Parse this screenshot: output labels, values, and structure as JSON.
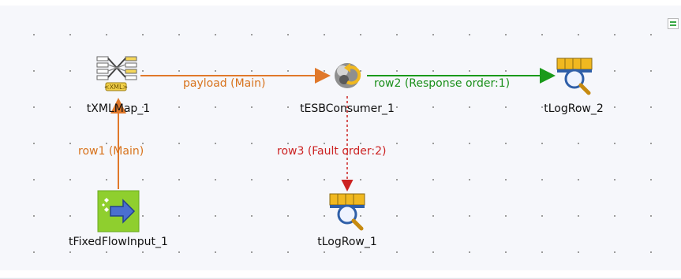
{
  "components": {
    "xmlmap": {
      "label": "tXMLMap_1",
      "icon": "xml-map-icon"
    },
    "esb": {
      "label": "tESBConsumer_1",
      "icon": "esb-consumer-icon"
    },
    "log2": {
      "label": "tLogRow_2",
      "icon": "log-row-icon"
    },
    "fixed": {
      "label": "tFixedFlowInput_1",
      "icon": "fixed-flow-input-icon"
    },
    "log1": {
      "label": "tLogRow_1",
      "icon": "log-row-icon"
    }
  },
  "connections": {
    "payload": {
      "label": "payload (Main)",
      "color": "#e0782a"
    },
    "row2": {
      "label": "row2 (Response order:1)",
      "color": "#1a9a1a"
    },
    "row3": {
      "label": "row3 (Fault order:2)",
      "color": "#cc2222"
    },
    "row1": {
      "label": "row1 (Main)",
      "color": "#e0782a"
    }
  }
}
